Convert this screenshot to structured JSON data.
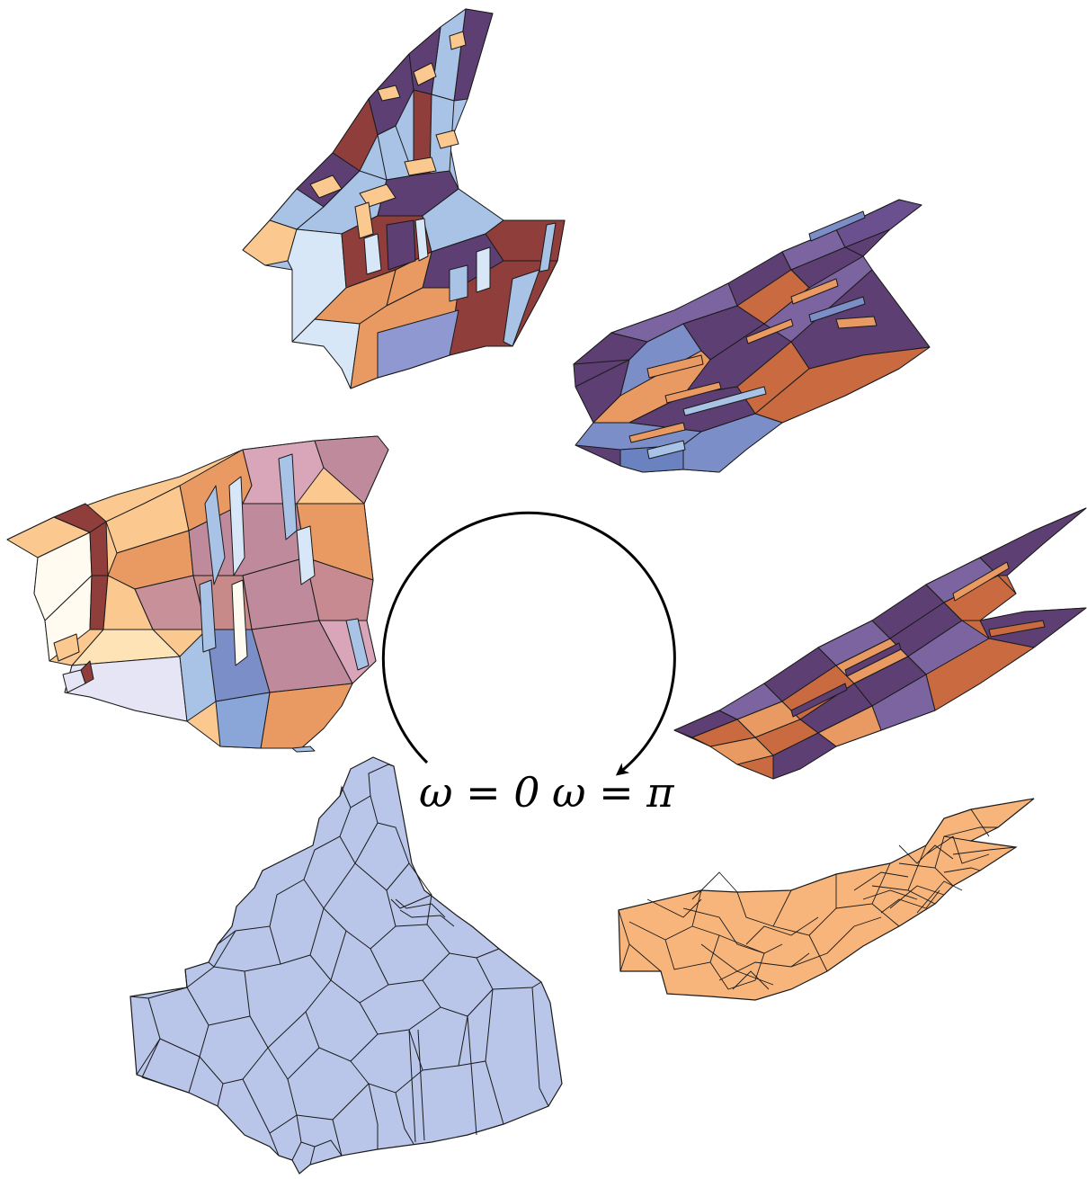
{
  "labels": {
    "omega_zero": "ω = 0",
    "omega_pi": "ω = π"
  },
  "colors": {
    "flat_tiling": "#b9c6e9",
    "origami_fill": "#f7b57c",
    "purple": "#5e3f74",
    "maroon": "#8f3e3b",
    "light_blue": "#a9c3e6",
    "pale_blue": "#d7e7f7",
    "orange": "#e99a62",
    "peach": "#fbc990",
    "mauve": "#bf8a9c",
    "slate_blue": "#7b8ec7",
    "outline": "#1a1a1a"
  },
  "figures": [
    {
      "name": "flat-tiling",
      "description_icon": "tiling-icon"
    },
    {
      "name": "folded-surface-left",
      "description_icon": "surface-icon"
    },
    {
      "name": "folded-surface-top-left",
      "description_icon": "surface-icon"
    },
    {
      "name": "folded-surface-top-right",
      "description_icon": "surface-icon"
    },
    {
      "name": "folded-surface-right",
      "description_icon": "surface-icon"
    },
    {
      "name": "flat-folded-origami",
      "description_icon": "origami-icon"
    }
  ]
}
